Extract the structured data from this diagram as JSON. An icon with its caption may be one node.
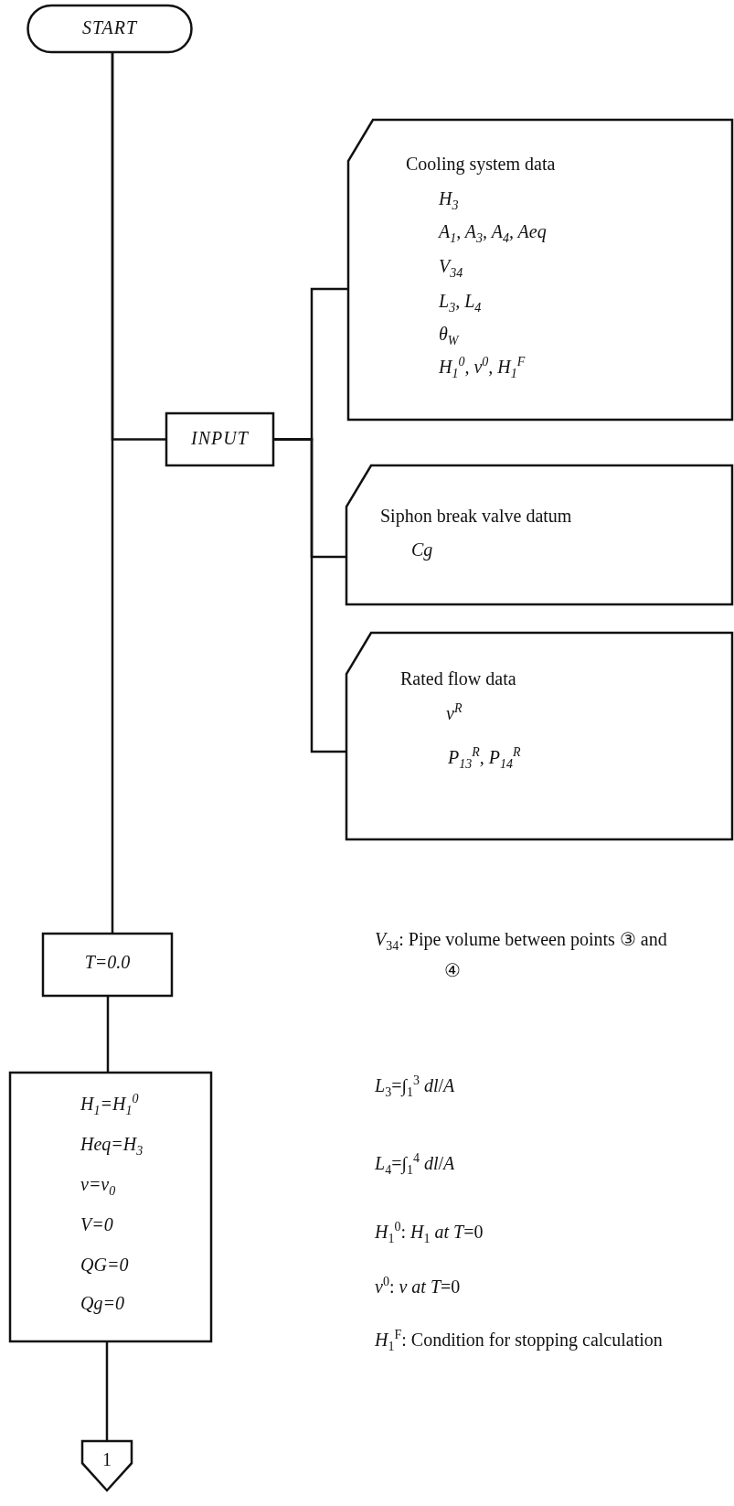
{
  "diagram": {
    "nodes": [
      {
        "text": [
          "START"
        ]
      },
      {
        "text": [
          "INPUT"
        ]
      },
      {
        "text": [
          "Cooling system data",
          "H$_{3}$",
          "A$_{1}$, A$_{3}$, A$_{4}$, Aeq",
          "V$_{34}$",
          "L$_{3}$, L$_{4}$",
          "θ$_{W}$",
          "H$_{1}$$^{0}$, v$^{0}$, H$_{1}$$^{F}$"
        ]
      },
      {
        "text": [
          "Siphon break valve datum",
          "Cg"
        ]
      },
      {
        "text": [
          "Rated flow data",
          "v$^{R}$",
          "P$_{13}$$^{R}$, P$_{14}$$^{R}$"
        ]
      },
      {
        "text": [
          "T=0.0"
        ]
      },
      {
        "text": [
          "H$_{1}$=H$_{1}$$^{0}$",
          "Heq=H$_{3}$",
          "v=v$_{0}$",
          "V=0",
          "QG=0",
          "Qg=0"
        ]
      },
      {
        "text": [
          "1"
        ]
      }
    ],
    "edges": [
      {
        "from": 0,
        "to": 5,
        "arrow": "none"
      },
      {
        "from": 0,
        "to": 1,
        "arrow": "none"
      },
      {
        "from": 1,
        "to": 2,
        "arrow": "none"
      },
      {
        "from": 1,
        "to": 3,
        "arrow": "none"
      },
      {
        "from": 1,
        "to": 4,
        "arrow": "none"
      },
      {
        "from": 5,
        "to": 6,
        "arrow": "none"
      },
      {
        "from": 6,
        "to": 7,
        "arrow": "none"
      }
    ],
    "labels": [
      "*V*$_{34}$: Pipe volume between points ③ and ④",
      "*L*$_{3}$=∫$_{1}$$^{3}$ *dl*/*A*",
      "*L*$_{4}$=∫$_{1}$$^{4}$ *dl*/*A*",
      "*H*$_{1}$$^{0}$: *H*$_{1}$ *at T*=0",
      "*v*$^{0}$: *v at T*=0",
      "*H*$_{1}$$^{F}$: Condition for stopping calculation"
    ]
  }
}
